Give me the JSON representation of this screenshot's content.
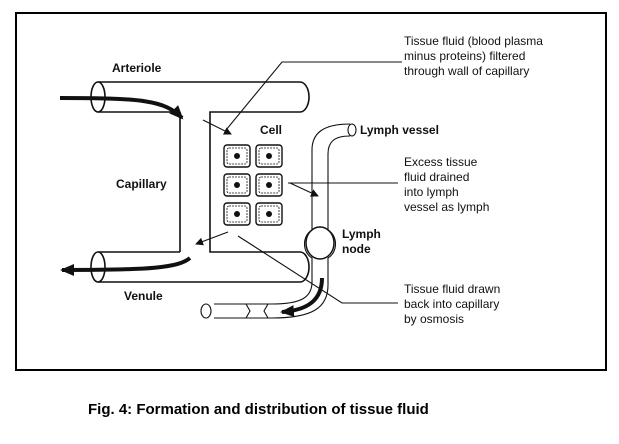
{
  "labels": {
    "arteriole": "Arteriole",
    "capillary": "Capillary",
    "venule": "Venule",
    "cell": "Cell",
    "lymph_vessel": "Lymph vessel",
    "lymph_node": [
      "Lymph",
      "node"
    ]
  },
  "annotations": {
    "filtered": [
      "Tissue fluid (blood plasma",
      "minus proteins) filtered",
      "through wall of capillary"
    ],
    "drained": [
      "Excess tissue",
      "fluid drained",
      "into lymph",
      "vessel as lymph"
    ],
    "osmosis": [
      "Tissue fluid drawn",
      "back into capillary",
      "by osmosis"
    ]
  },
  "caption": "Fig. 4: Formation and distribution of tissue fluid"
}
